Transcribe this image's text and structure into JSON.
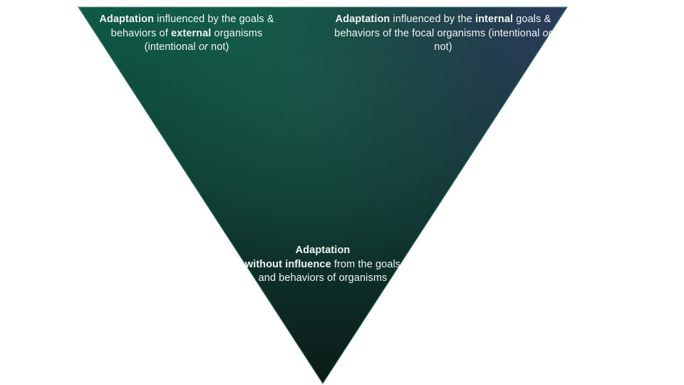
{
  "diagram": {
    "colors": {
      "top_left": "#0d5a45",
      "top_right": "#2e3a5c",
      "bottom": "#0e1a17",
      "text": "#f2f5f4"
    },
    "top_left": {
      "bold1": "Adaptation",
      "text1": " influenced by the goals & behaviors of ",
      "bold2": "external",
      "text2": " organisms (intentional ",
      "italic": "or",
      "text3": " not)"
    },
    "top_right": {
      "bold1": "Adaptation",
      "text1": " influenced by the ",
      "bold2": "internal",
      "text2": " goals & behaviors of the focal organisms (intentional ",
      "italic": "or",
      "text3": " not)"
    },
    "bottom": {
      "bold1": "Adaptation",
      "bold2": "without influence",
      "text1": " from the goals and behaviors of organisms"
    }
  }
}
